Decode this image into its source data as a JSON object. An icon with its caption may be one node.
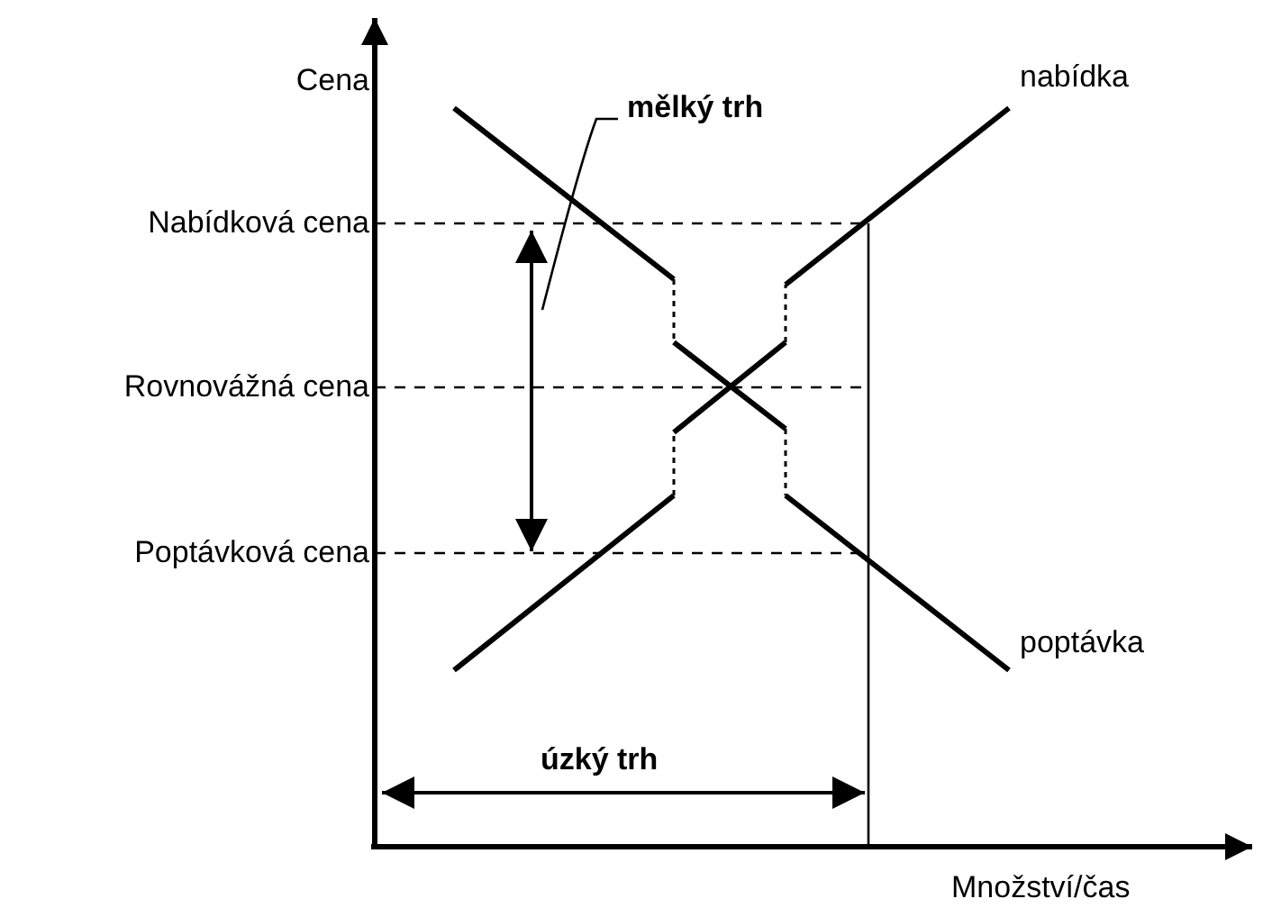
{
  "diagram": {
    "nodes": [
      {
        "text": [
          "mělký trh"
        ]
      },
      {
        "text": [],
        "shape": "arrow"
      }
    ],
    "edges": [
      {
        "from": 0,
        "to": 1,
        "arrow": "none"
      }
    ],
    "labels": [
      "Cena",
      "nabídka",
      "Nabídková cena",
      "Rovnovážná cena",
      "Poptávková cena",
      "poptávka",
      "úzký trh",
      "Množství/čas"
    ]
  }
}
